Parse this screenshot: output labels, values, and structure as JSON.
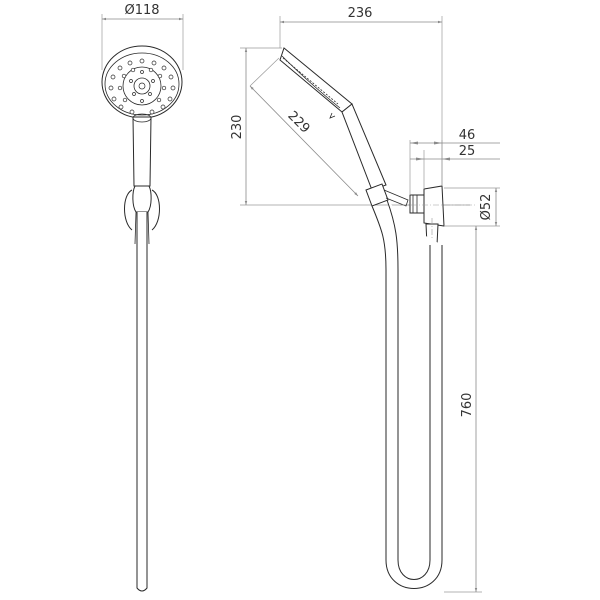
{
  "drawing": {
    "type": "technical dimension drawing",
    "subject": "hand shower on hose with wall bracket",
    "views": [
      {
        "name": "front-view",
        "label": ""
      },
      {
        "name": "side-view",
        "label": ""
      }
    ],
    "dimensions": {
      "head_diameter": "Ø118",
      "overall_width": "236",
      "overall_height": "230",
      "handle_length": "229",
      "bracket_projection": "46",
      "bracket_body": "25",
      "bracket_diameter": "Ø52",
      "hose_length": "760"
    },
    "colors": {
      "line": "#2a2a2a",
      "dimension": "#8a8a8a",
      "text": "#333333",
      "background": "#ffffff"
    }
  }
}
